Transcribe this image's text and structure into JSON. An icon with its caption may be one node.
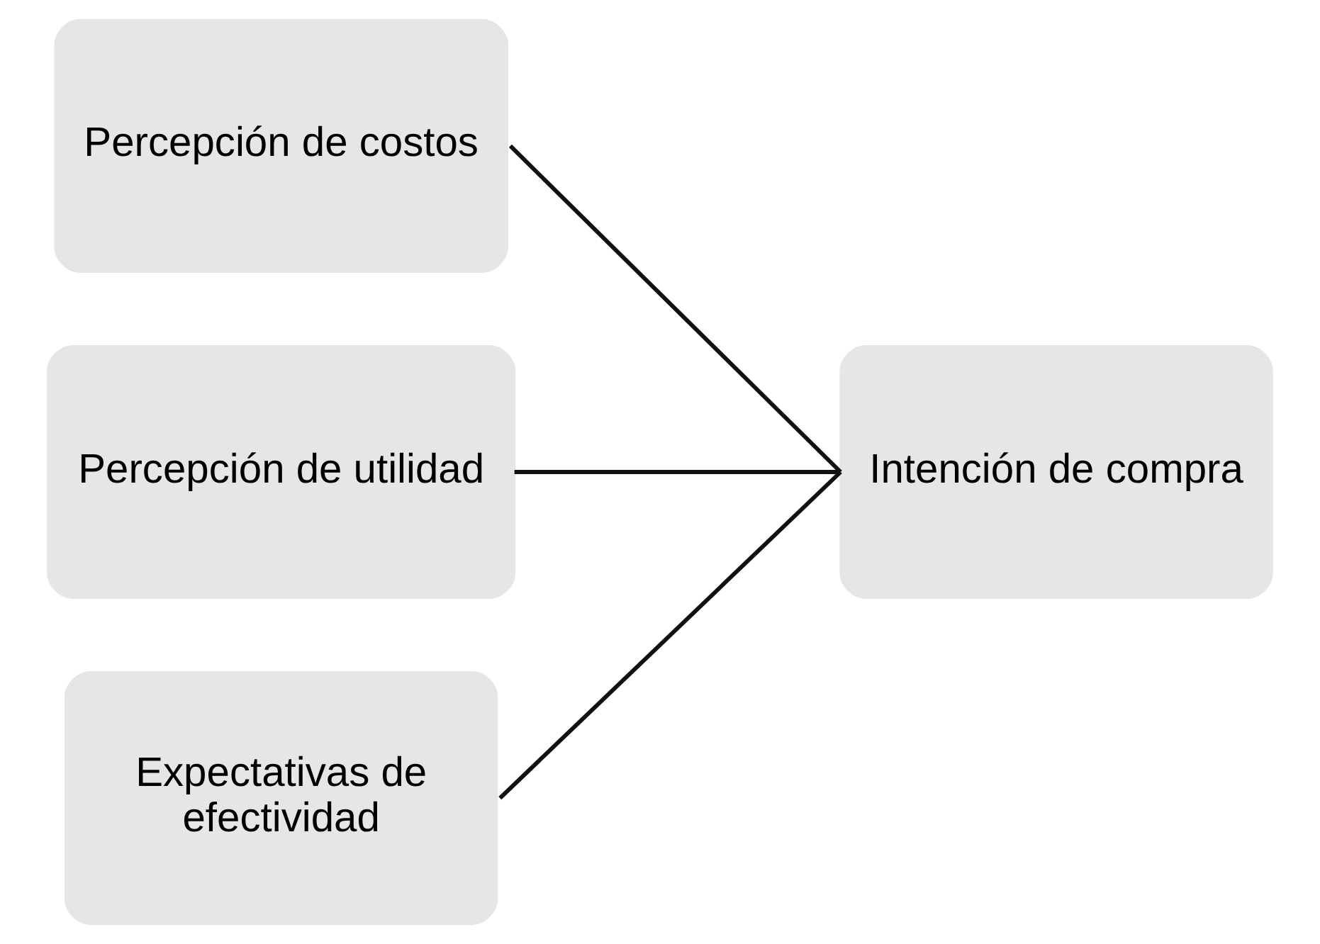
{
  "diagram": {
    "nodes": [
      {
        "text": [
          "Percepción de costos"
        ]
      },
      {
        "text": [
          "Percepción de utilidad"
        ]
      },
      {
        "text": [
          "Expectativas de efectividad"
        ]
      },
      {
        "text": [
          "Intención de compra"
        ]
      }
    ],
    "edges": [
      {
        "from": 0,
        "to": 3,
        "arrow": "none"
      },
      {
        "from": 1,
        "to": 3,
        "arrow": "none"
      },
      {
        "from": 2,
        "to": 3,
        "arrow": "none"
      }
    ]
  }
}
